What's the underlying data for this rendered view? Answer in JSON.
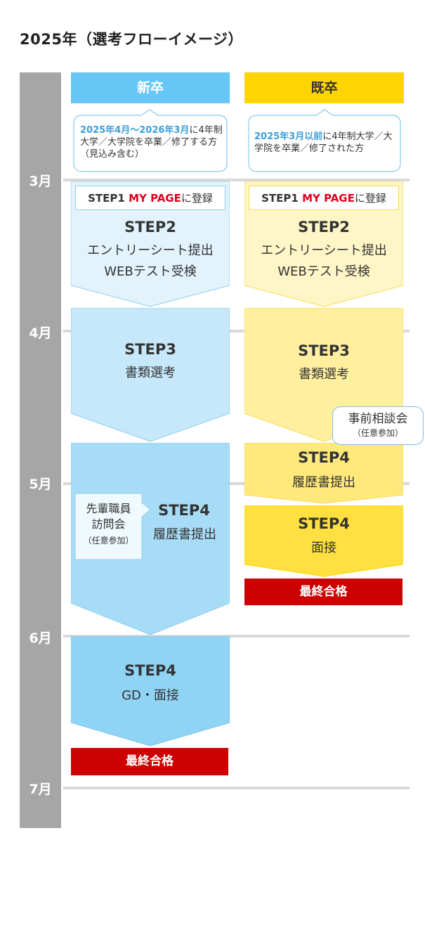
{
  "title": "2025年（選考フローイメージ）",
  "months": [
    "3月",
    "4月",
    "5月",
    "6月",
    "7月"
  ],
  "columns": {
    "new_grad": {
      "header": "新卒",
      "note_highlight": "2025年4月〜2026年3月",
      "note_rest": "に4年制大学／大学院を卒業／修了する方（見込み含む）",
      "step1": {
        "label": "STEP1 ",
        "mypage": "MY PAGE",
        "suffix": "に登録"
      },
      "step2": {
        "label": "STEP2",
        "line1": "エントリーシート提出",
        "line2": "WEBテスト受検"
      },
      "step3": {
        "label": "STEP3",
        "line1": "書類選考"
      },
      "step4a": {
        "label": "STEP4",
        "line1": "履歴書提出"
      },
      "visit": {
        "line1": "先輩職員",
        "line2": "訪問会",
        "line3": "（任意参加）"
      },
      "step4b": {
        "label": "STEP4",
        "line1": "GD・面接"
      },
      "final": "最終合格"
    },
    "mid_career": {
      "header": "既卒",
      "note_highlight": "2025年3月以前",
      "note_rest": "に4年制大学／大学院を卒業／修了された方",
      "step1": {
        "label": "STEP1 ",
        "mypage": "MY PAGE",
        "suffix": "に登録"
      },
      "step2": {
        "label": "STEP2",
        "line1": "エントリーシート提出",
        "line2": "WEBテスト受検"
      },
      "step3": {
        "label": "STEP3",
        "line1": "書類選考"
      },
      "consult": {
        "line1": "事前相談会",
        "line2": "（任意参加）"
      },
      "step4a": {
        "label": "STEP4",
        "line1": "履歴書提出"
      },
      "step4b": {
        "label": "STEP4",
        "line1": "面接"
      },
      "final": "最終合格"
    }
  },
  "colors": {
    "timeline": "#a6a6a6",
    "new_header": "#66c6f5",
    "new_light": "#e2f3fc",
    "new_mid": "#c6e8fa",
    "new_dark": "#a7dcf6",
    "new_darker": "#8fd3f5",
    "mid_header": "#ffd400",
    "mid_light": "#fff6c8",
    "mid_mid": "#ffef9f",
    "mid_dark": "#ffe97a",
    "mid_darker": "#ffe040",
    "final": "#cc0000"
  }
}
